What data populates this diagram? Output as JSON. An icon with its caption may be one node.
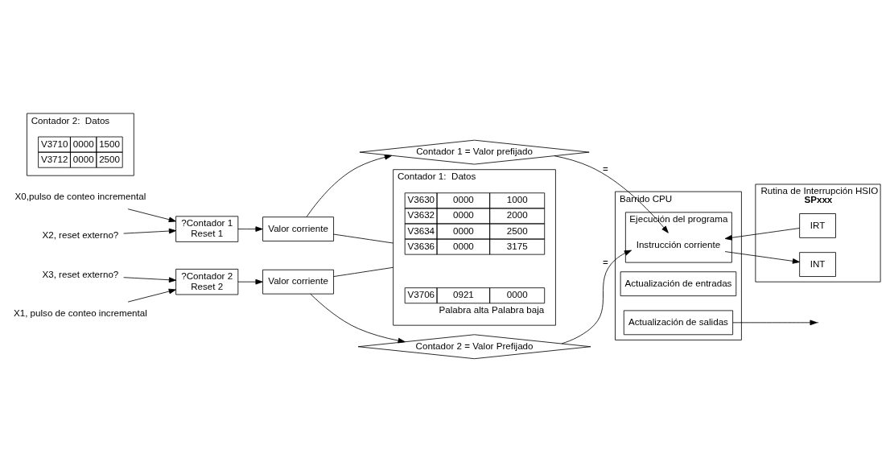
{
  "diagram": {
    "nodes": [
      {
        "text": [
          "X0,pulso de conteo incremental"
        ]
      },
      {
        "text": [
          "X2, reset externo?"
        ]
      },
      {
        "text": [
          "X1, pulso de conteo incremental"
        ]
      },
      {
        "text": [
          "X3, reset externo?"
        ]
      },
      {
        "text": [
          "?Contador 1",
          "Reset 1"
        ]
      },
      {
        "text": [
          "?Contador 2",
          "Reset 2"
        ]
      },
      {
        "text": [
          "Valor corriente"
        ]
      },
      {
        "text": [
          "Valor corriente"
        ]
      },
      {
        "text": [
          "Contador 2:  Datos"
        ]
      },
      {
        "text": [
          "Contador 1:  Datos"
        ]
      },
      {
        "text": [
          "Contador 1 = Valor prefijado"
        ]
      },
      {
        "text": [
          "Contador 2 = Valor Prefijado"
        ]
      },
      {
        "text": [
          "Barrido CPU"
        ]
      },
      {
        "text": [
          "Actualización de entradas"
        ],
        "in": 12
      },
      {
        "text": [
          "Ejecución del programa"
        ],
        "in": 12
      },
      {
        "text": [
          "Instrucción corriente"
        ],
        "in": 14
      },
      {
        "text": [
          "Actualización de salidas"
        ],
        "in": 12
      },
      {
        "text": [
          "Rutina de Interrupción HSIO",
          "SPxxx"
        ]
      },
      {
        "text": [
          "INT"
        ],
        "in": 17
      },
      {
        "text": [
          "IRT"
        ],
        "in": 17
      }
    ],
    "edges": [
      {
        "from": 0,
        "to": 4,
        "arrow": "to"
      },
      {
        "from": 1,
        "to": 4,
        "arrow": "to"
      },
      {
        "from": 2,
        "to": 5,
        "arrow": "to"
      },
      {
        "from": 3,
        "to": 5,
        "arrow": "to"
      },
      {
        "from": 4,
        "to": 6,
        "arrow": "to"
      },
      {
        "from": 5,
        "to": 7,
        "arrow": "to"
      },
      {
        "from": 6,
        "to": 10,
        "arrow": "to"
      },
      {
        "from": 6,
        "to": 9,
        "arrow": "none"
      },
      {
        "from": 7,
        "to": 11,
        "arrow": "to"
      },
      {
        "from": 7,
        "to": 9,
        "arrow": "none"
      },
      {
        "from": 10,
        "to": 15,
        "arrow": "to",
        "label": "="
      },
      {
        "from": 11,
        "to": 15,
        "arrow": "to",
        "label": "="
      },
      {
        "from": 15,
        "to": 18,
        "arrow": "to"
      },
      {
        "from": 19,
        "to": 15,
        "arrow": "to"
      },
      {
        "from": 16,
        "to": null,
        "arrow": "to"
      }
    ],
    "labels": [
      "V3710",
      "0000",
      "1500",
      "V3712",
      "0000",
      "2500",
      "V3630",
      "0000",
      "1000",
      "V3632",
      "0000",
      "2000",
      "V3634",
      "0000",
      "2500",
      "V3636",
      "0000",
      "3175",
      "V3706",
      "0921",
      "0000",
      "Palabra alta",
      "Palabra baja"
    ]
  }
}
